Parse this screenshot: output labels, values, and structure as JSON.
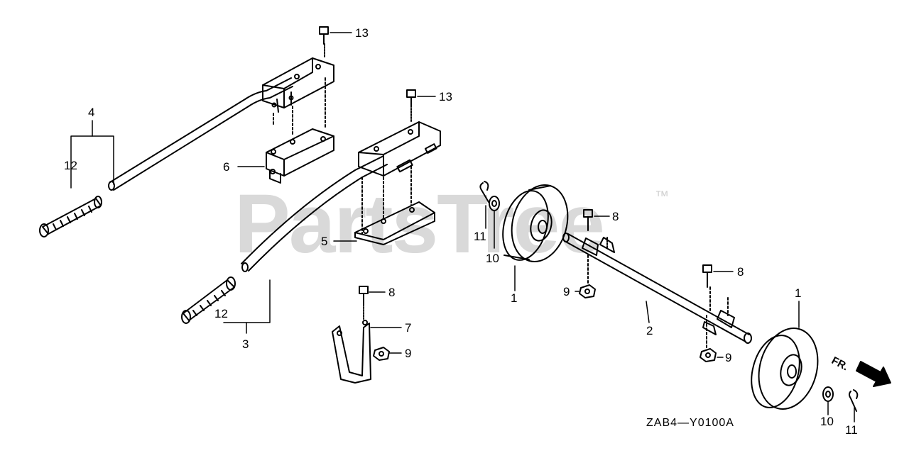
{
  "watermark": {
    "text": "PartsTree",
    "tm": "™"
  },
  "diagram_code": "ZAB4—Y0100A",
  "front_marker": "FR.",
  "callouts": [
    {
      "id": "c13a",
      "label": "13"
    },
    {
      "id": "c13b",
      "label": "13"
    },
    {
      "id": "c4",
      "label": "4"
    },
    {
      "id": "c12a",
      "label": "12"
    },
    {
      "id": "c6",
      "label": "6"
    },
    {
      "id": "c5",
      "label": "5"
    },
    {
      "id": "c12b",
      "label": "12"
    },
    {
      "id": "c3",
      "label": "3"
    },
    {
      "id": "c8a",
      "label": "8"
    },
    {
      "id": "c7",
      "label": "7"
    },
    {
      "id": "c9a",
      "label": "9"
    },
    {
      "id": "c11a",
      "label": "11"
    },
    {
      "id": "c10a",
      "label": "10"
    },
    {
      "id": "c1a",
      "label": "1"
    },
    {
      "id": "c8b",
      "label": "8"
    },
    {
      "id": "c9b",
      "label": "9"
    },
    {
      "id": "c2",
      "label": "2"
    },
    {
      "id": "c8c",
      "label": "8"
    },
    {
      "id": "c1b",
      "label": "1"
    },
    {
      "id": "c9c",
      "label": "9"
    },
    {
      "id": "c10b",
      "label": "10"
    },
    {
      "id": "c11b",
      "label": "11"
    }
  ]
}
